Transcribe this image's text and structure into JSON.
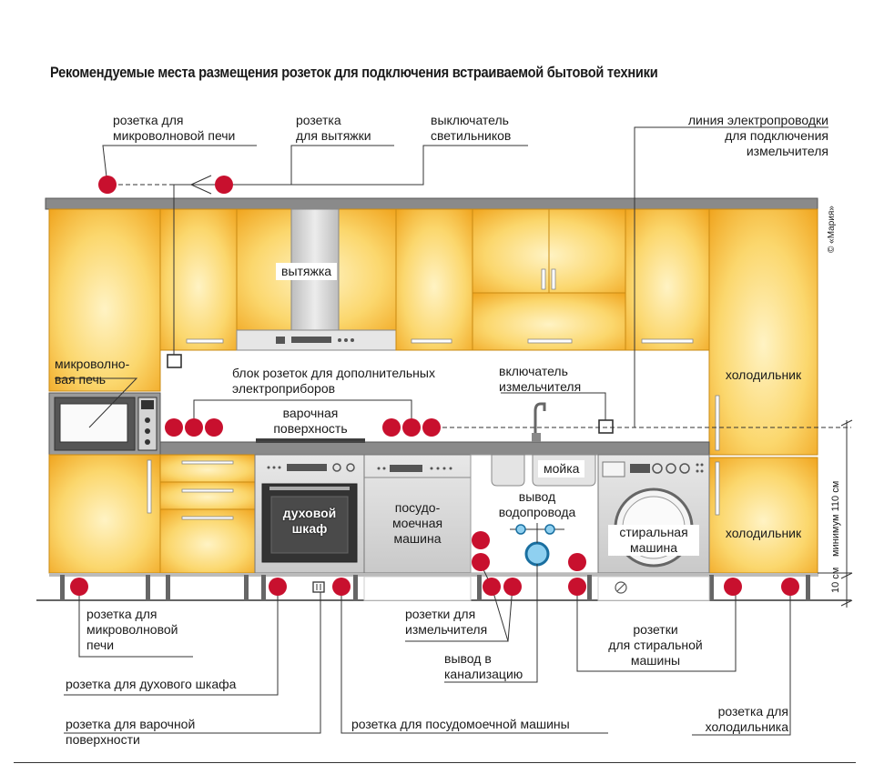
{
  "title": "Рекомендуемые места размещения розеток для подключения встраиваемой бытовой техники",
  "copyright": "© «Мария»",
  "colors": {
    "cabinet_light": "#fde39a",
    "cabinet_dark": "#f0a51a",
    "countertop": "#8a8a8a",
    "appliance": "#d9d9d9",
    "socket_red": "#c8102e",
    "line": "#333333"
  },
  "labels": {
    "microwave_socket_top": [
      "розетка для",
      "микроволновой печи"
    ],
    "hood_socket": [
      "розетка",
      "для вытяжки"
    ],
    "light_switch": [
      "выключатель",
      "светильников"
    ],
    "wiring_line": [
      "линия электропроводки",
      "для подключения",
      "измельчителя"
    ],
    "hood": "вытяжка",
    "microwave": [
      "микроволно-",
      "вая печь"
    ],
    "socket_block": [
      "блок розеток для дополнительных",
      "электроприборов"
    ],
    "hob": [
      "варочная",
      "поверхность"
    ],
    "grinder_switch": [
      "включатель",
      "измельчителя"
    ],
    "fridge_top": "холодильник",
    "fridge_bottom": "холодильник",
    "sink": "мойка",
    "oven": [
      "духовой",
      "шкаф"
    ],
    "dishwasher": [
      "посудо-",
      "моечная",
      "машина"
    ],
    "water_outlet": [
      "вывод",
      "водопровода"
    ],
    "washing_machine": [
      "стиральная",
      "машина"
    ],
    "dim_total": "минимум 110 см",
    "dim_floor": "10 см",
    "microwave_socket_bottom": [
      "розетка для",
      "микроволновой",
      "печи"
    ],
    "oven_socket": "розетка для духового шкафа",
    "hob_socket": [
      "розетка для варочной",
      "поверхности"
    ],
    "dishwasher_socket": "розетка для посудомоечной машины",
    "grinder_sockets": [
      "розетки для",
      "измельчителя"
    ],
    "sewer_outlet": [
      "вывод в",
      "канализацию"
    ],
    "washer_sockets": [
      "розетки",
      "для стиральной",
      "машины"
    ],
    "fridge_socket": [
      "розетка для",
      "холодильника"
    ]
  }
}
